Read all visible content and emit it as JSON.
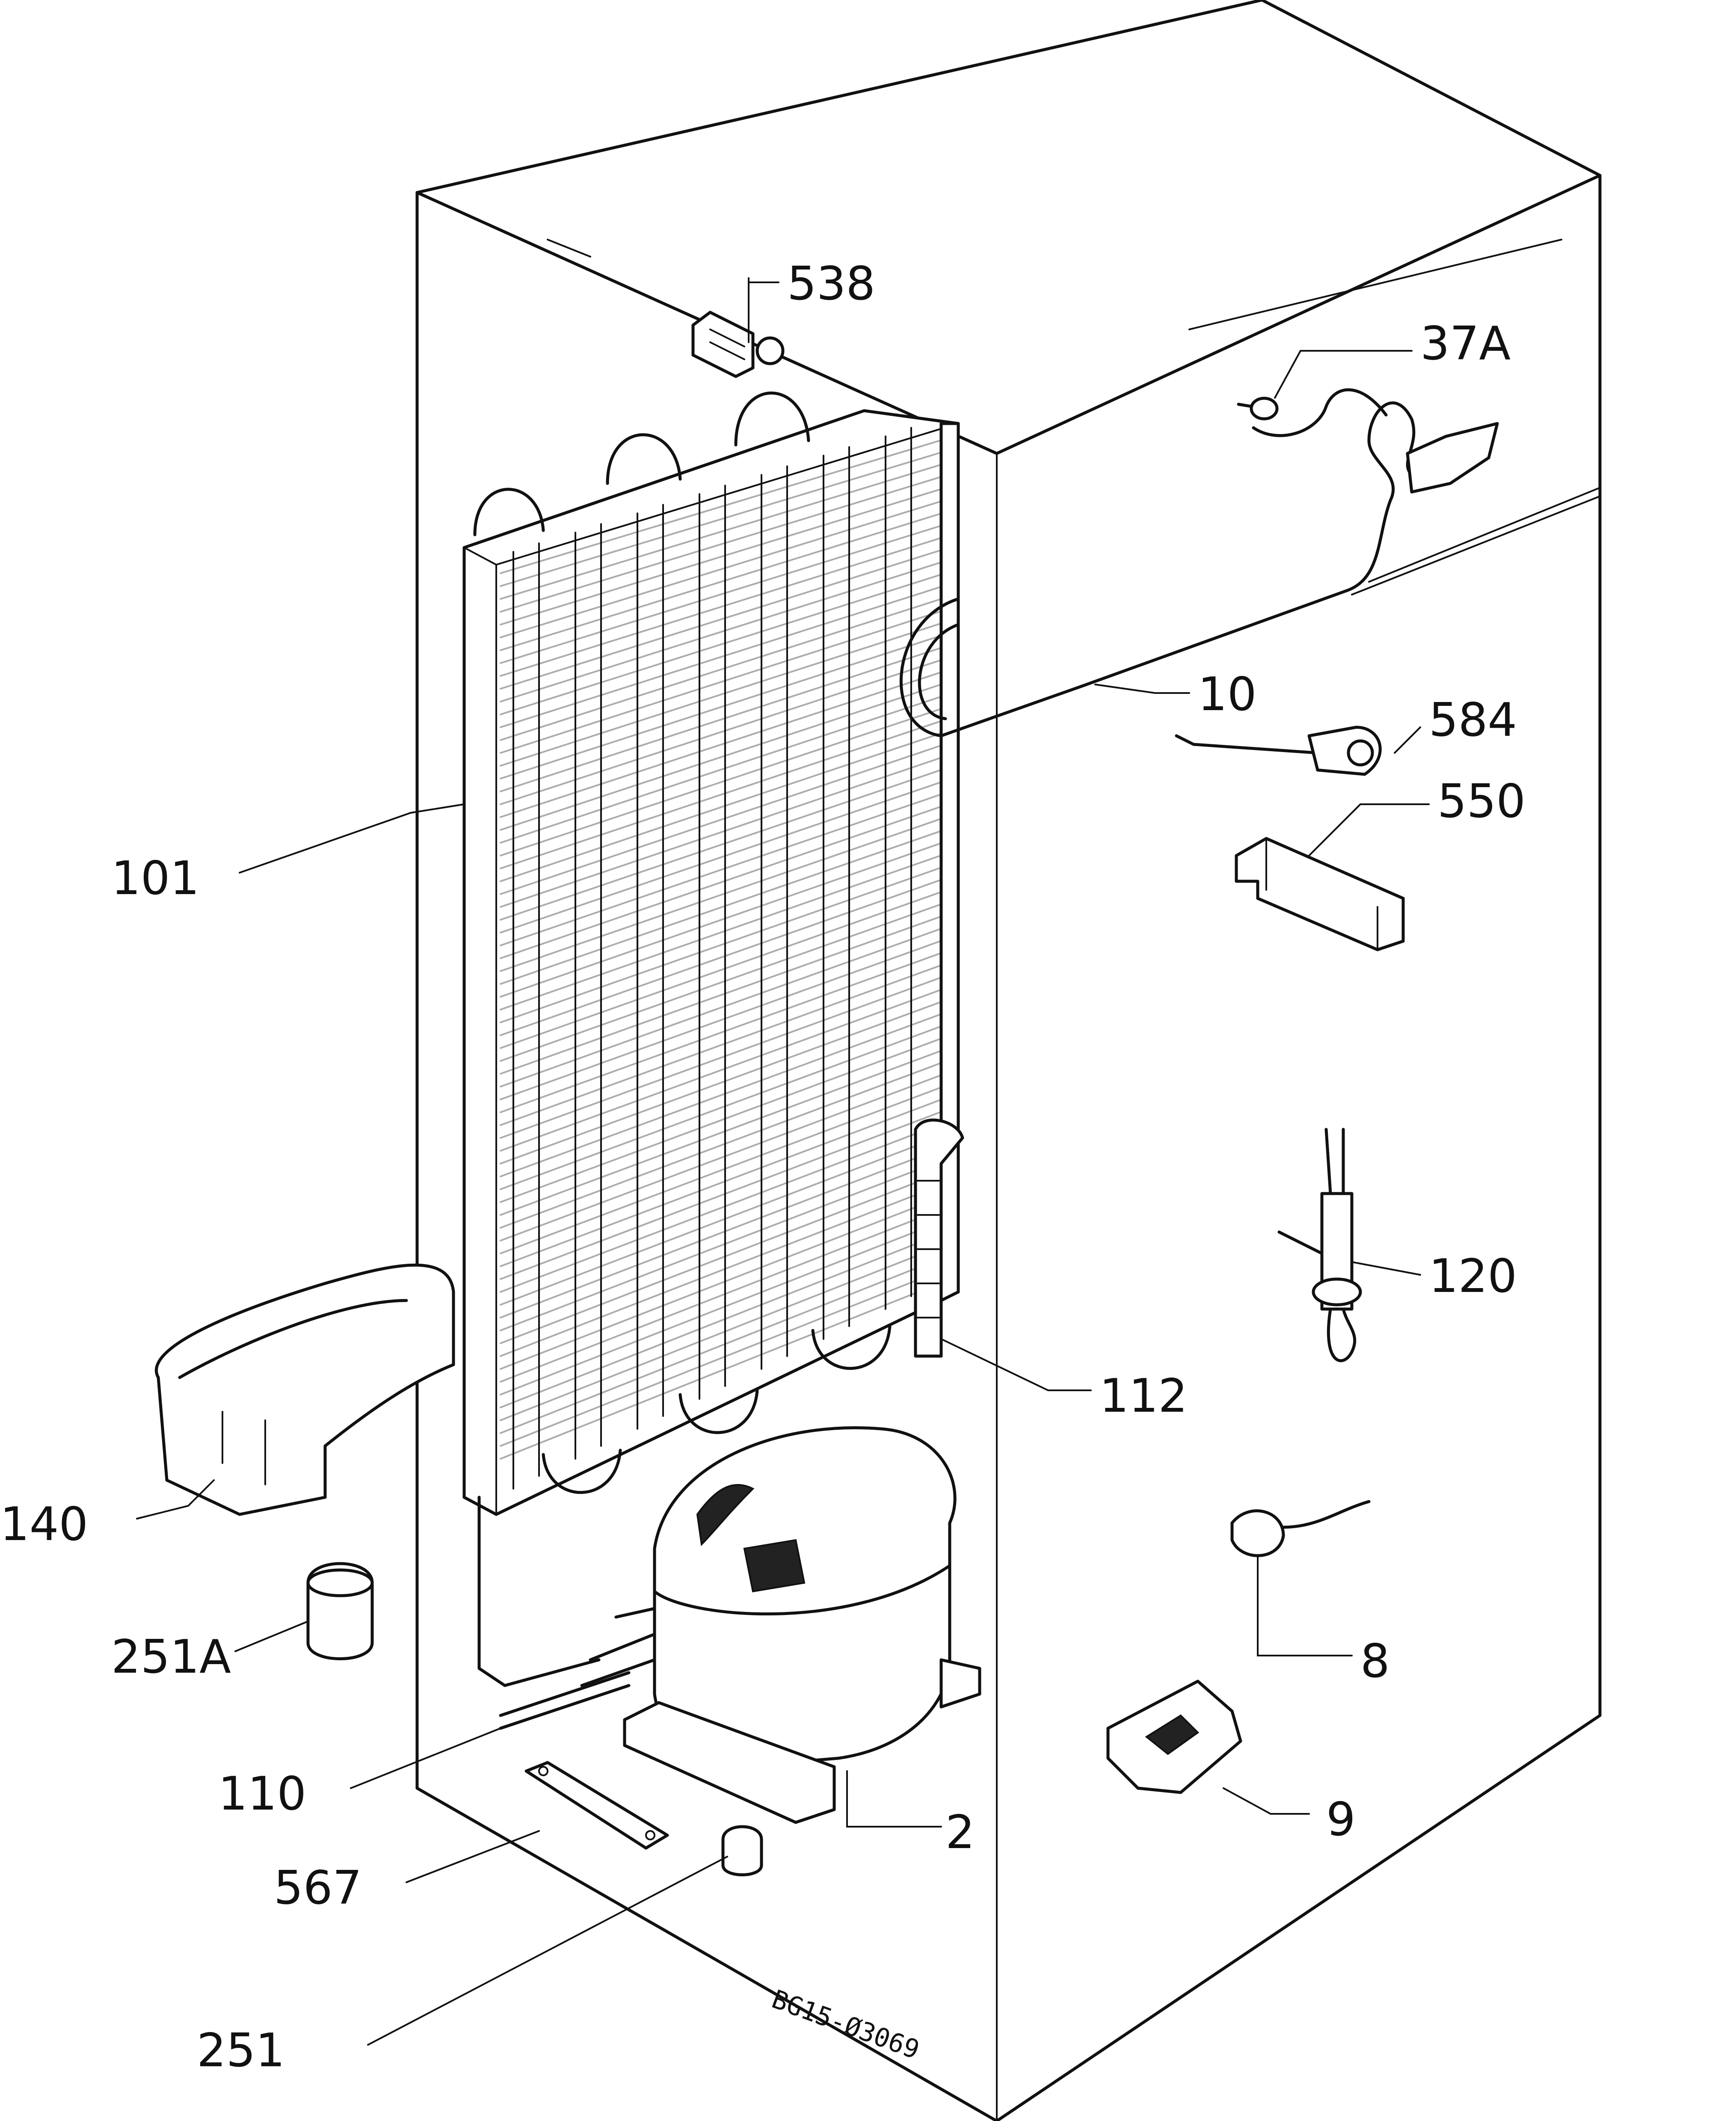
{
  "parts": [
    {
      "id": "538",
      "label": "538"
    },
    {
      "id": "37A",
      "label": "37A"
    },
    {
      "id": "10",
      "label": "10"
    },
    {
      "id": "584",
      "label": "584"
    },
    {
      "id": "550",
      "label": "550"
    },
    {
      "id": "101",
      "label": "101"
    },
    {
      "id": "120",
      "label": "120"
    },
    {
      "id": "112",
      "label": "112"
    },
    {
      "id": "140",
      "label": "140"
    },
    {
      "id": "8",
      "label": "8"
    },
    {
      "id": "251A",
      "label": "251A"
    },
    {
      "id": "110",
      "label": "110"
    },
    {
      "id": "2",
      "label": "2"
    },
    {
      "id": "9",
      "label": "9"
    },
    {
      "id": "567",
      "label": "567"
    },
    {
      "id": "251",
      "label": "251"
    }
  ],
  "drawing_code": "BG15-Ø3069"
}
